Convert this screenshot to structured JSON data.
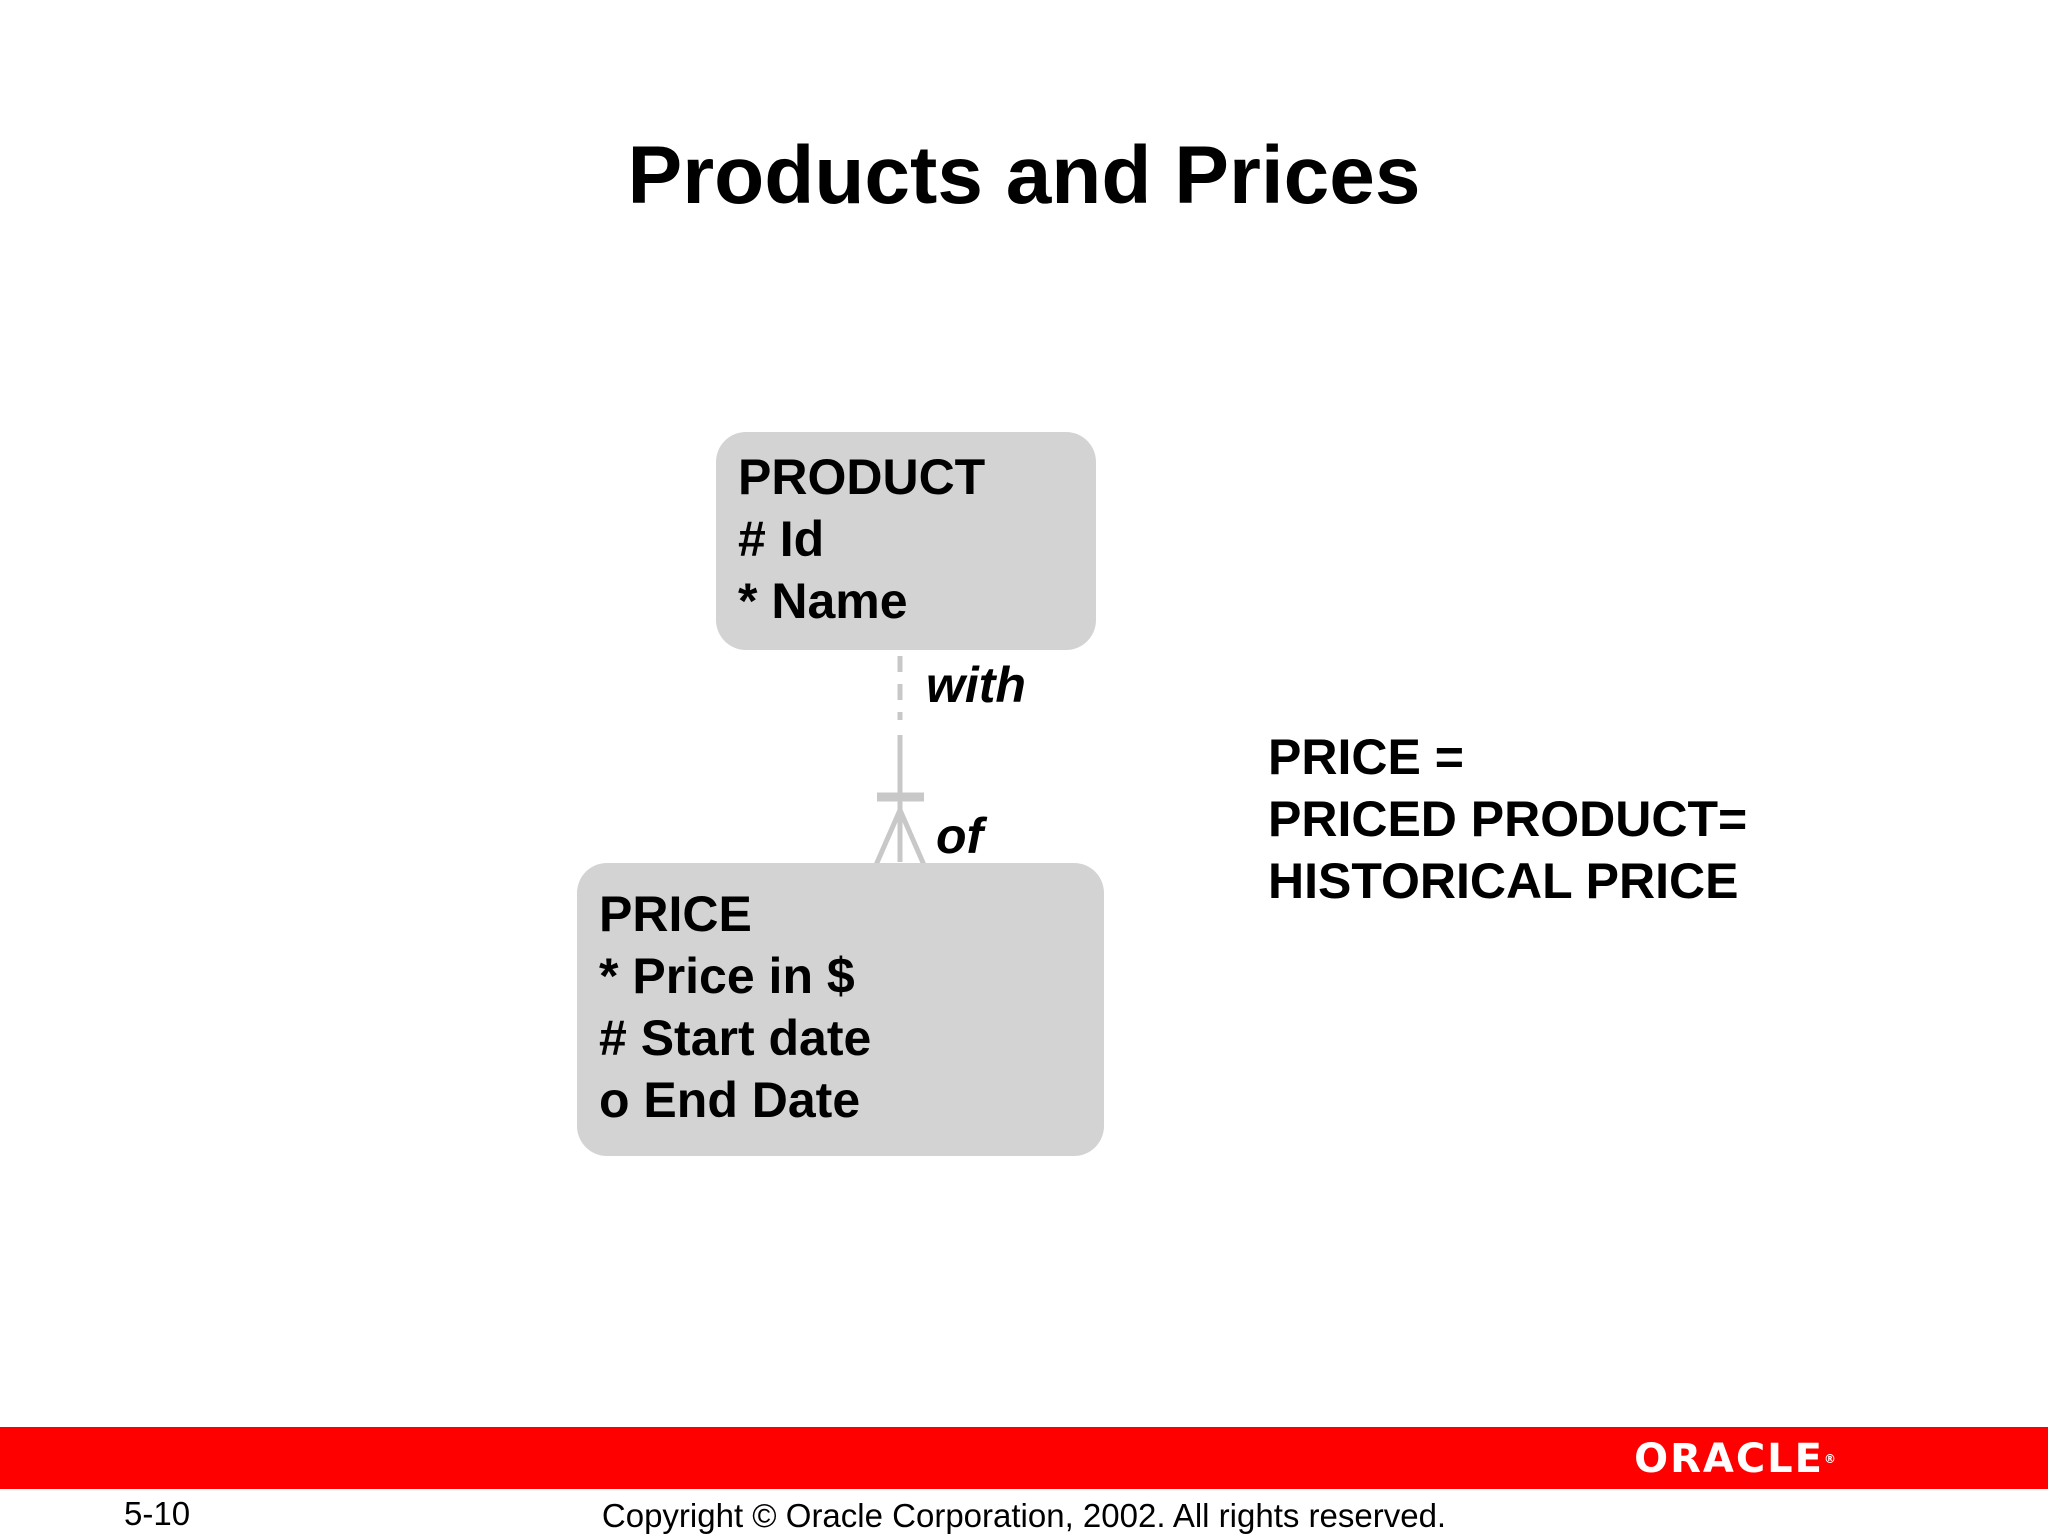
{
  "slide": {
    "title": "Products and Prices"
  },
  "entities": {
    "product": {
      "name": "PRODUCT",
      "attributes": [
        "# Id",
        "* Name"
      ]
    },
    "price": {
      "name": "PRICE",
      "attributes": [
        "* Price in $",
        "# Start date",
        "o End Date"
      ]
    }
  },
  "relationship": {
    "product_side_label": "with",
    "price_side_label": "of"
  },
  "synonyms": [
    "PRICE =",
    "PRICED PRODUCT=",
    "HISTORICAL PRICE"
  ],
  "footer": {
    "logo_text": "ORACLE",
    "logo_mark": "®",
    "page_number": "5-10",
    "copyright": "Copyright © Oracle Corporation, 2002. All rights reserved."
  },
  "colors": {
    "entity_fill": "#d3d3d3",
    "relationship_line": "#c8c8c8",
    "footer_bar": "#ff0000",
    "logo": "#ffffff"
  }
}
